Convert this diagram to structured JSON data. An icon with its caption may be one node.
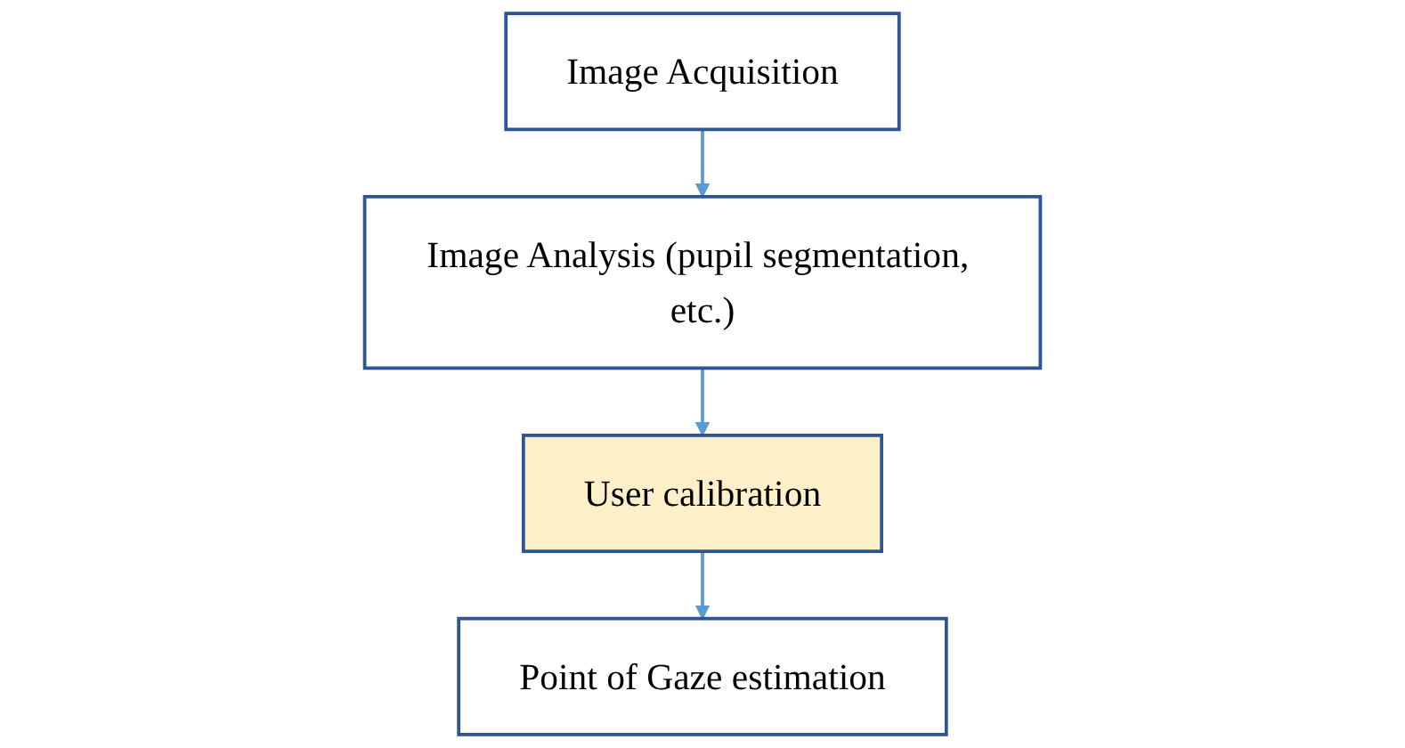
{
  "diagram": {
    "nodes": [
      {
        "text": [
          "Image Acquisition"
        ]
      },
      {
        "text": [
          "Image Analysis (pupil segmentation, etc.)"
        ]
      },
      {
        "text": [
          "User calibration"
        ]
      },
      {
        "text": [
          "Point of Gaze estimation"
        ]
      }
    ],
    "edges": [
      {
        "from": 0,
        "to": 1,
        "arrow": "to"
      },
      {
        "from": 1,
        "to": 2,
        "arrow": "to"
      },
      {
        "from": 2,
        "to": 3,
        "arrow": "to"
      }
    ]
  }
}
